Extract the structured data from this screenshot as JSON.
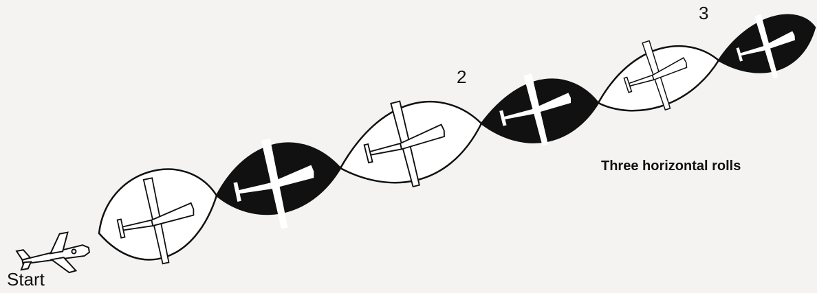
{
  "labels": {
    "start": "Start",
    "roll_2": "2",
    "roll_3": "3",
    "caption": "Three horizontal rolls"
  },
  "colors": {
    "background": "#f4f3f1",
    "ink": "#111111",
    "paper": "#ffffff"
  }
}
